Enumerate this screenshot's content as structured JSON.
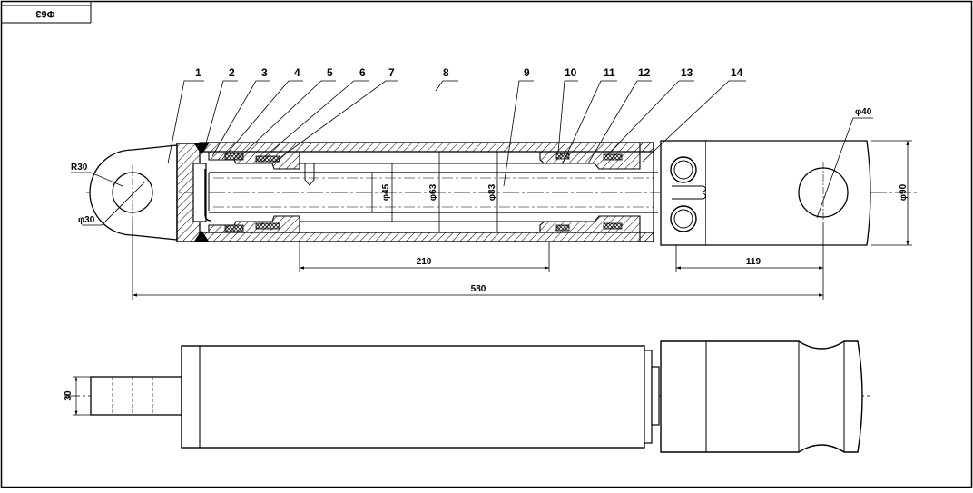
{
  "title_block": {
    "code": "Φ63"
  },
  "part_numbers": [
    "1",
    "2",
    "3",
    "4",
    "5",
    "6",
    "7",
    "8",
    "9",
    "10",
    "11",
    "12",
    "13",
    "14"
  ],
  "dimensions": {
    "r30": "R30",
    "phi30": "φ30",
    "phi45": "φ45",
    "phi63": "φ63",
    "phi83": "φ83",
    "phi40": "φ40",
    "phi90": "φ90",
    "len210": "210",
    "len119": "119",
    "len580": "580",
    "width30": "30"
  }
}
